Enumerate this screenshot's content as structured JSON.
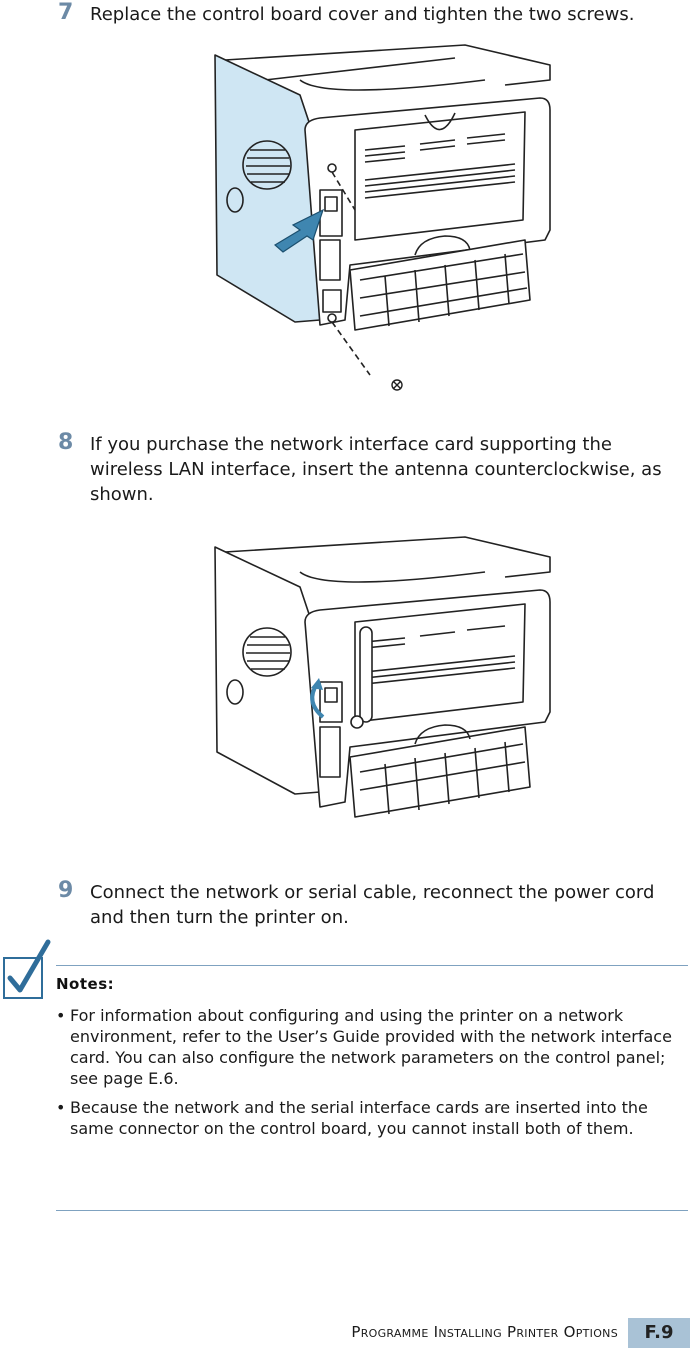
{
  "steps": [
    {
      "number": "7",
      "text": "Replace the control board cover and tighten the two screws."
    },
    {
      "number": "8",
      "text": "If you purchase the network interface card supporting the wireless LAN interface, insert the antenna counterclockwise, as shown."
    },
    {
      "number": "9",
      "text": "Connect the network or serial cable, reconnect the power cord and then turn the printer on."
    }
  ],
  "notes": {
    "title": "Notes:",
    "items": [
      "For information about configuring and using the printer on a network environment, refer to the User’s Guide provided with the network interface card. You can also configure the network parameters on the control panel; see page E.6.",
      "Because the network and the serial interface cards are inserted into the same connector on the control board, you cannot install both of them."
    ]
  },
  "footer": {
    "section": "Programme Installing Printer Options",
    "page": "F.9"
  },
  "colors": {
    "accent": "#6c8aa6",
    "panel_blue": "#cfe6f3",
    "arrow_blue": "#3f86b0"
  }
}
